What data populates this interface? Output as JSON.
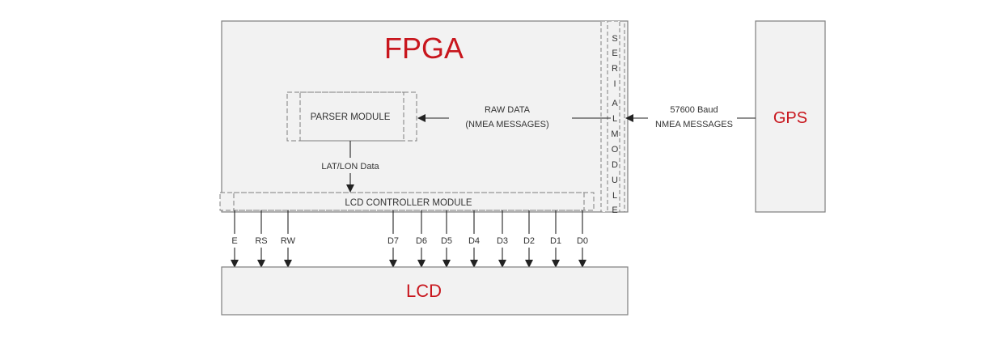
{
  "blocks": {
    "fpga": "FPGA",
    "gps": "GPS",
    "lcd": "LCD",
    "serial_module": [
      "S",
      "E",
      "R",
      "I",
      "A",
      "L",
      "M",
      "O",
      "D",
      "U",
      "L",
      "E"
    ]
  },
  "modules": {
    "parser": "PARSER MODULE",
    "lcd_controller": "LCD CONTROLLER MODULE"
  },
  "links": {
    "raw_data": [
      "RAW DATA",
      "(NMEA MESSAGES)"
    ],
    "gps_link": [
      "57600 Baud",
      "NMEA MESSAGES"
    ],
    "latlon": "LAT/LON Data"
  },
  "lcd_pins": [
    "E",
    "RS",
    "RW",
    "D7",
    "D6",
    "D5",
    "D4",
    "D3",
    "D2",
    "D1",
    "D0"
  ],
  "colors": {
    "title_red": "#c8161d",
    "block_fill": "#f2f2f2",
    "stroke": "#7f7f7f"
  }
}
